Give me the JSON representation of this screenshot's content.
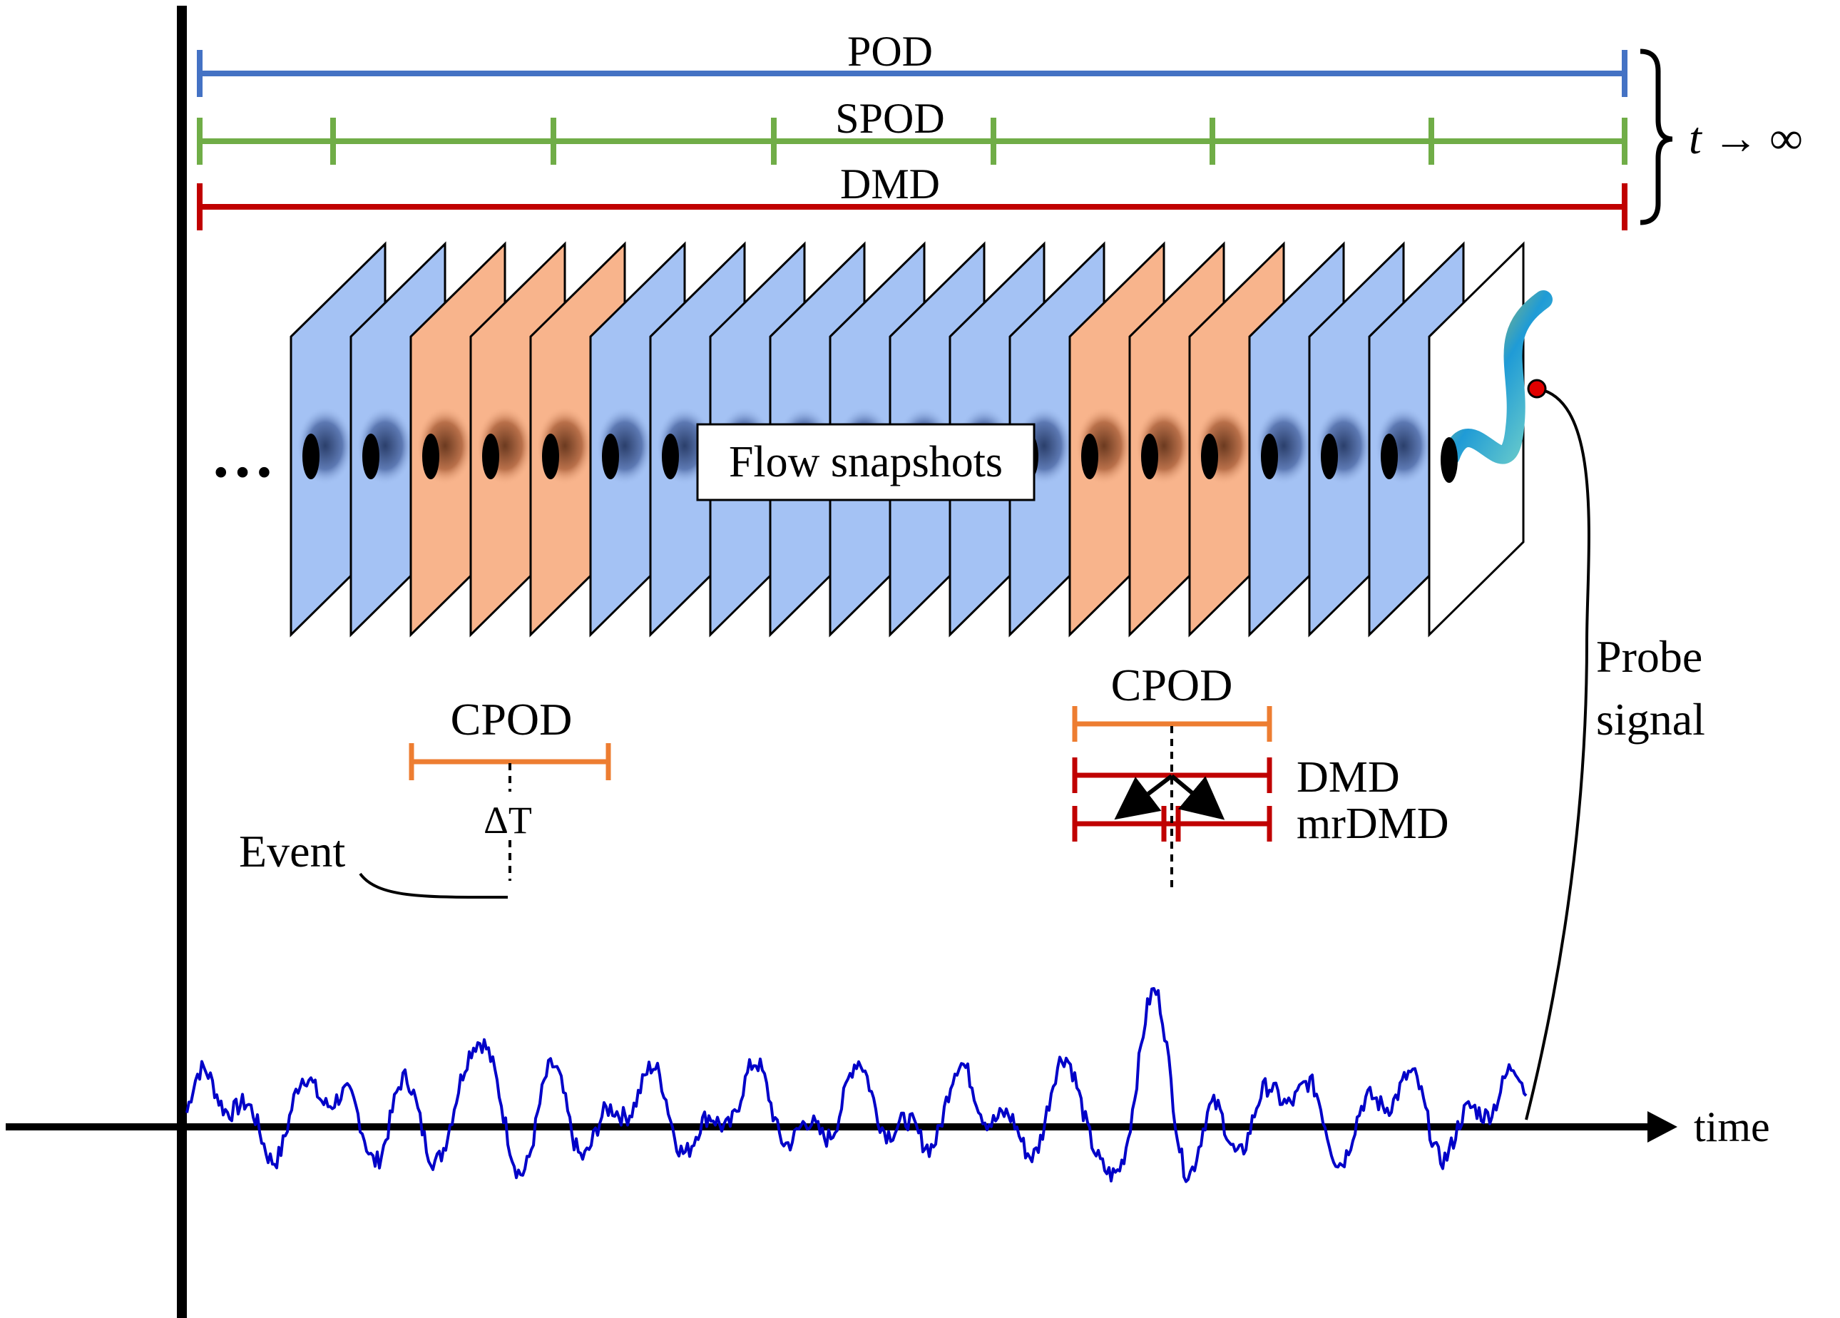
{
  "labels": {
    "pod": "POD",
    "spod": "SPOD",
    "dmd_top": "DMD",
    "t_infinity": "t → ∞",
    "ellipsis": "…",
    "flow_snapshots": "Flow snapshots",
    "probe": "Probe",
    "signal": "signal",
    "cpod_left": "CPOD",
    "delta_t": "ΔT",
    "event": "Event",
    "cpod_right": "CPOD",
    "dmd_right": "DMD",
    "mrdmd": "mrDMD",
    "time": "time"
  },
  "colors": {
    "pod": "#4472c4",
    "spod": "#70ad47",
    "dmd": "#c00000",
    "cpod": "#ed7d31",
    "signal": "#0000c8",
    "frame_blue": "#a4c2f4",
    "frame_orange": "#f8b48c",
    "axis": "#000000"
  },
  "snapshots": {
    "frame_colors": [
      "blue",
      "blue",
      "orange",
      "orange",
      "orange",
      "blue",
      "blue",
      "blue",
      "blue",
      "blue",
      "blue",
      "blue",
      "blue",
      "orange",
      "orange",
      "orange",
      "blue",
      "blue",
      "blue",
      "white"
    ]
  }
}
